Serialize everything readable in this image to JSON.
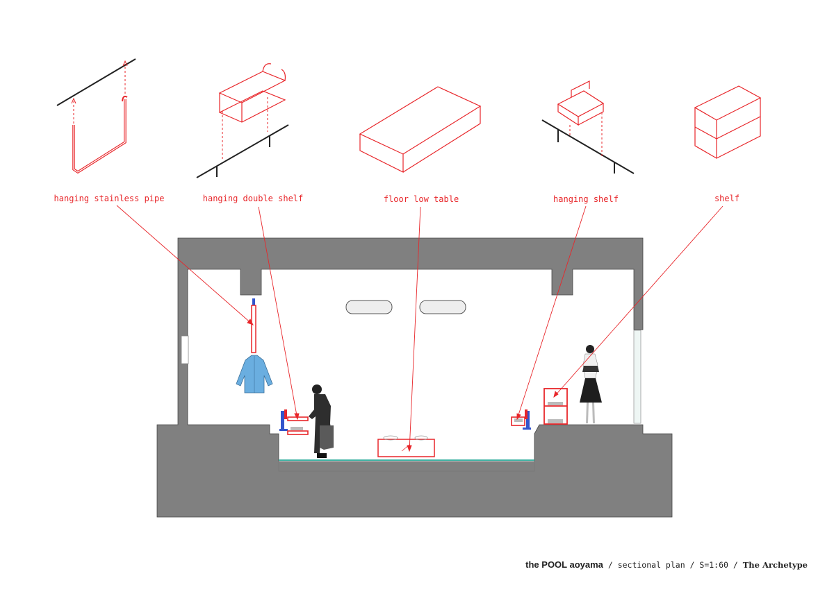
{
  "labels": {
    "pipe": "hanging stainless pipe",
    "double_shelf": "hanging double shelf",
    "table": "floor low table",
    "hanging_shelf": "hanging shelf",
    "shelf": "shelf"
  },
  "footer": {
    "project": "the POOL aoyama",
    "sep1": " / ",
    "drawing": "sectional plan",
    "sep2": " / ",
    "scale": "S=1:60",
    "sep3": " / ",
    "studio": "The Archetype"
  },
  "colors": {
    "accent": "#e8262a",
    "wall": "#808080",
    "ink": "#222222",
    "blue": "#3355cc",
    "shirt": "#6aaee0"
  }
}
